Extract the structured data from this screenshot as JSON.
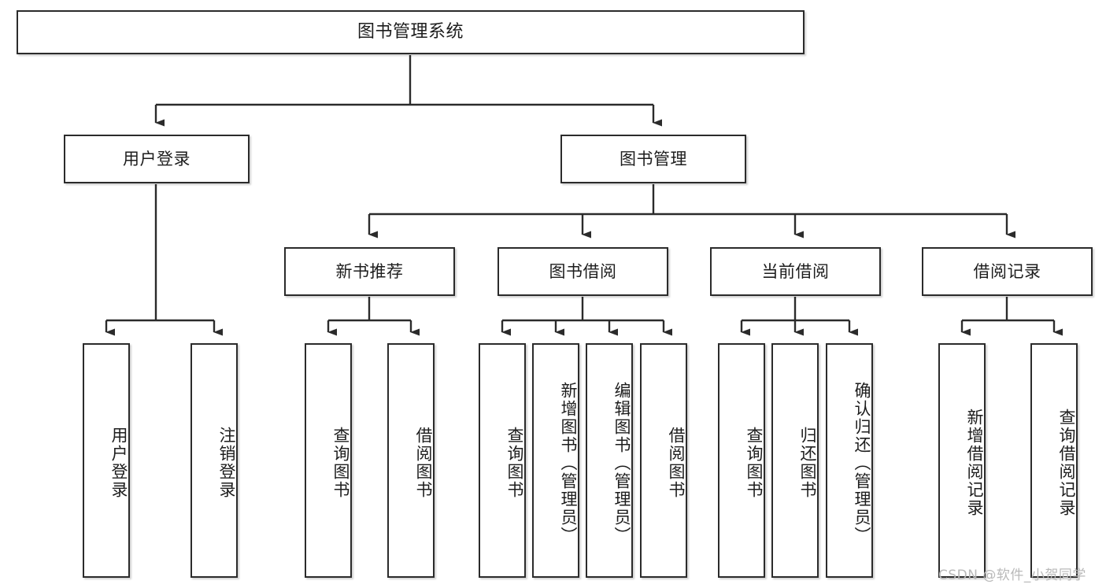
{
  "diagram": {
    "title": "图书管理系统",
    "type": "tree-hierarchy",
    "root": {
      "label": "图书管理系统"
    },
    "level1": [
      {
        "label": "用户登录"
      },
      {
        "label": "图书管理"
      }
    ],
    "level2": [
      {
        "label": "新书推荐"
      },
      {
        "label": "图书借阅"
      },
      {
        "label": "当前借阅"
      },
      {
        "label": "借阅记录"
      }
    ],
    "leaves": {
      "user_login": [
        {
          "label": "用户登录"
        },
        {
          "label": "注销登录"
        }
      ],
      "new_book_recommend": [
        {
          "label": "查询图书"
        },
        {
          "label": "借阅图书"
        }
      ],
      "book_borrow": [
        {
          "label": "查询图书"
        },
        {
          "label": "新增图书（管理员）"
        },
        {
          "label": "编辑图书（管理员）"
        },
        {
          "label": "借阅图书"
        }
      ],
      "current_borrow": [
        {
          "label": "查询图书"
        },
        {
          "label": "归还图书"
        },
        {
          "label": "确认归还（管理员）"
        }
      ],
      "borrow_record": [
        {
          "label": "新增借阅记录"
        },
        {
          "label": "查询借阅记录"
        }
      ]
    }
  },
  "watermark": {
    "text": "CSDN @软件_小贺同学"
  },
  "colors": {
    "border": "#2b2b2b",
    "text": "#1d1d1d",
    "background": "#ffffff",
    "watermark": "#b9b9b9"
  }
}
